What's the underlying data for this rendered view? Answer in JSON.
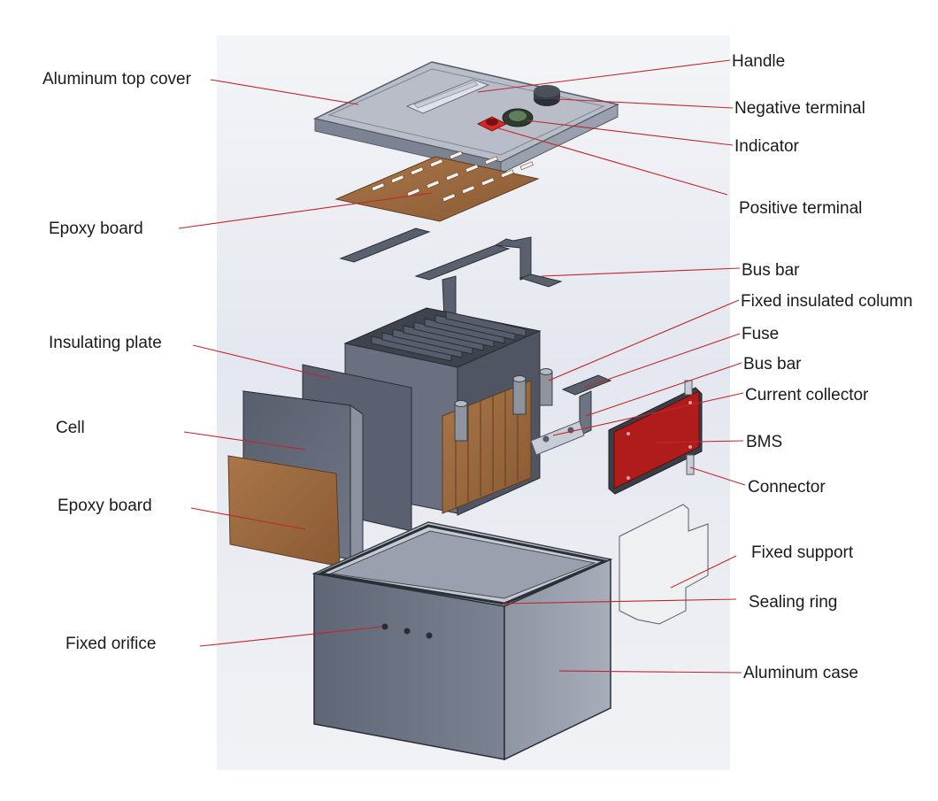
{
  "labels": {
    "aluminum_top_cover": "Aluminum top cover",
    "handle": "Handle",
    "negative_terminal": "Negative terminal",
    "indicator": "Indicator",
    "positive_terminal": "Positive terminal",
    "epoxy_board_top": "Epoxy board",
    "bus_bar_top": "Bus bar",
    "fixed_insulated_column": "Fixed insulated column",
    "insulating_plate": "Insulating plate",
    "fuse": "Fuse",
    "bus_bar_side": "Bus bar",
    "current_collector": "Current collector",
    "cell": "Cell",
    "bms": "BMS",
    "connector": "Connector",
    "epoxy_board_bottom": "Epoxy board",
    "fixed_support": "Fixed support",
    "sealing_ring": "Sealing ring",
    "fixed_orifice": "Fixed orifice",
    "aluminum_case": "Aluminum case"
  },
  "colors": {
    "leader_line": "#c0272d",
    "aluminum": "#6e7585",
    "epoxy": "#9c6a3f",
    "bms": "#b01c1c",
    "terminal_positive": "#c42020"
  }
}
